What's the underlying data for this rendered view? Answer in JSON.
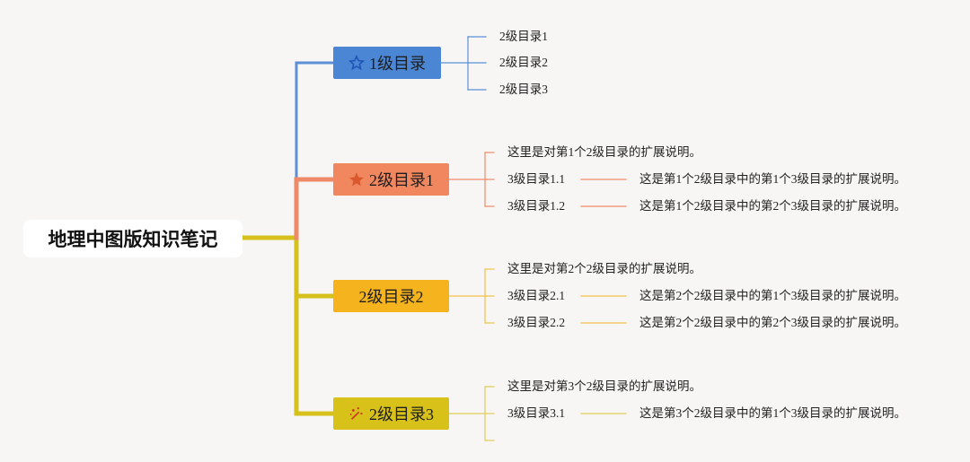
{
  "root": {
    "title": "地理中图版知识笔记"
  },
  "branches": [
    {
      "label": "1级目录",
      "icon": "pentagon-star-outline-icon",
      "color": "#4a86d4",
      "line_color": "#5b8fd6",
      "children": [
        {
          "label": "2级目录1"
        },
        {
          "label": "2级目录2"
        },
        {
          "label": "2级目录3"
        }
      ]
    },
    {
      "label": "2级目录1",
      "icon": "star-icon",
      "color": "#f1875f",
      "line_color": "#ef8a66",
      "children": [
        {
          "label": "这里是对第1个2级目录的扩展说明。"
        },
        {
          "label": "3级目录1.1",
          "note": "这是第1个2级目录中的第1个3级目录的扩展说明。"
        },
        {
          "label": "3级目录1.2",
          "note": "这是第1个2级目录中的第2个3级目录的扩展说明。"
        }
      ]
    },
    {
      "label": "2级目录2",
      "icon": "",
      "color": "#f5b41e",
      "line_color": "#f2c14a",
      "children": [
        {
          "label": "这里是对第2个2级目录的扩展说明。"
        },
        {
          "label": "3级目录2.1",
          "note": "这是第2个2级目录中的第1个3级目录的扩展说明。"
        },
        {
          "label": "3级目录2.2",
          "note": "这是第2个2级目录中的第2个3级目录的扩展说明。"
        }
      ]
    },
    {
      "label": "2级目录3",
      "icon": "sparkle-wand-icon",
      "color": "#d8c21a",
      "line_color": "#e0cc55",
      "children": [
        {
          "label": "这里是对第3个2级目录的扩展说明。"
        },
        {
          "label": "3级目录3.1",
          "note": "这是第3个2级目录中的第1个3级目录的扩展说明。"
        },
        {
          "label": ""
        }
      ]
    }
  ],
  "trunk_color": "#d6c01c"
}
